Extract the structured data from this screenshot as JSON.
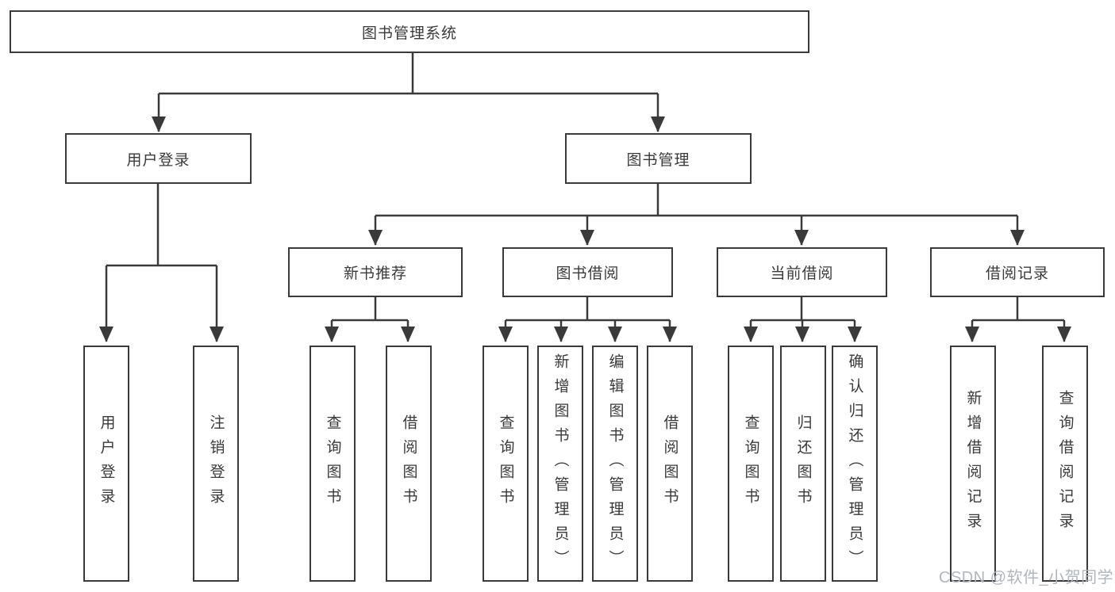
{
  "diagram": {
    "root": {
      "label": "图书管理系统"
    },
    "level1": [
      {
        "label": "用户登录"
      },
      {
        "label": "图书管理"
      }
    ],
    "level2": [
      {
        "label": "新书推荐"
      },
      {
        "label": "图书借阅"
      },
      {
        "label": "当前借阅"
      },
      {
        "label": "借阅记录"
      }
    ],
    "leaves": [
      {
        "label": "用户登录"
      },
      {
        "label": "注销登录"
      },
      {
        "label": "查询图书"
      },
      {
        "label": "借阅图书"
      },
      {
        "label": "查询图书"
      },
      {
        "label": "新增图书（管理员）"
      },
      {
        "label": "编辑图书（管理员）"
      },
      {
        "label": "借阅图书"
      },
      {
        "label": "查询图书"
      },
      {
        "label": "归还图书"
      },
      {
        "label": "确认归还（管理员）"
      },
      {
        "label": "新增借阅记录"
      },
      {
        "label": "查询借阅记录"
      }
    ]
  },
  "watermark": {
    "text": "CSDN @软件_小贺同学"
  },
  "colors": {
    "line": "#3a3a3a",
    "box_background": "#ffffff",
    "text": "#3a3a3a",
    "watermark": "#b0b6bd"
  }
}
